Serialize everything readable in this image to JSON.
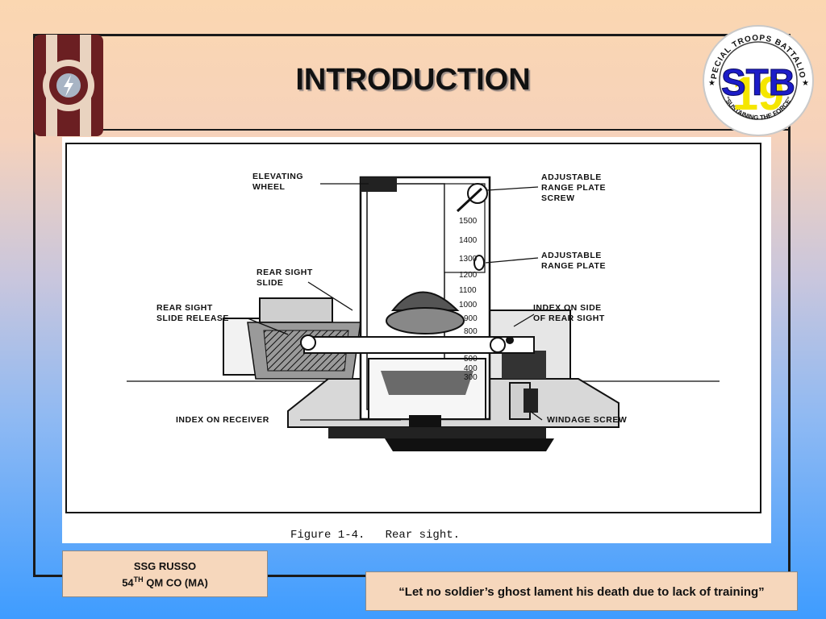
{
  "slide": {
    "title": "INTRODUCTION",
    "credit_line1": "SSG RUSSO",
    "credit_unit_number": "54",
    "credit_unit_sup": "TH",
    "credit_unit_rest": " QM CO (MA)",
    "quote": "“Let no soldier’s ghost  lament his death due to lack of training”"
  },
  "logo_right": {
    "ring_text_top": "SPECIAL TROOPS BATTALION",
    "ring_text_bottom": "\"SUSTAINING THE FORCE\"",
    "center_text": "STB",
    "background_number": "19"
  },
  "figure": {
    "caption": "Figure 1-4.   Rear sight.",
    "labels": {
      "elevating_wheel_1": "ELEVATING",
      "elevating_wheel_2": "WHEEL",
      "rear_sight_slide_1": "REAR SIGHT",
      "rear_sight_slide_2": "SLIDE",
      "rear_sight_slide_release_1": "REAR SIGHT",
      "rear_sight_slide_release_2": "SLIDE RELEASE",
      "index_on_receiver": "INDEX ON RECEIVER",
      "adj_range_plate_screw_1": "ADJUSTABLE",
      "adj_range_plate_screw_2": "RANGE PLATE",
      "adj_range_plate_screw_3": "SCREW",
      "adj_range_plate_1": "ADJUSTABLE",
      "adj_range_plate_2": "RANGE PLATE",
      "index_side_rear_sight_1": "INDEX ON SIDE",
      "index_side_rear_sight_2": "OF REAR SIGHT",
      "windage_screw": "WINDAGE SCREW"
    },
    "scale": [
      "1500",
      "1400",
      "1300",
      "1200",
      "1100",
      "1000",
      "900",
      "800",
      "500",
      "400",
      "300"
    ]
  },
  "colors": {
    "maroon": "#6b1f22",
    "logo_blue": "#1c1cc8",
    "logo_yellow": "#f5e600"
  }
}
